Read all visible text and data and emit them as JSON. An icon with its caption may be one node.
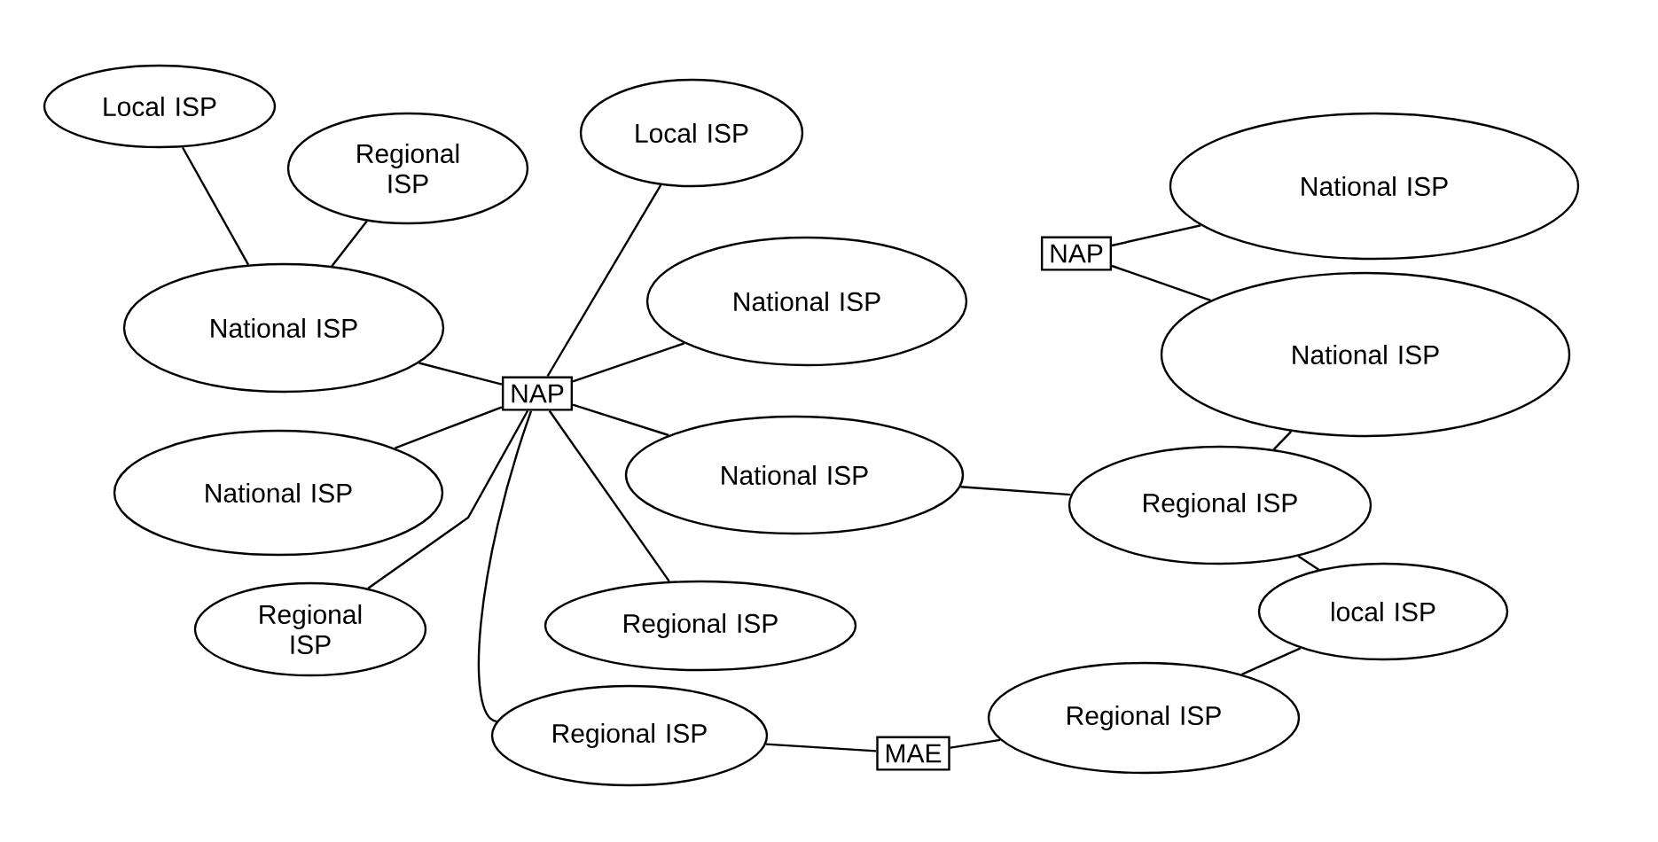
{
  "diagram": {
    "nodes": [
      {
        "text": [
          "Local ISP"
        ]
      },
      {
        "text": [
          "Regional ISP"
        ]
      },
      {
        "text": [
          "Local ISP"
        ]
      },
      {
        "text": [
          "National ISP"
        ]
      },
      {
        "text": [
          "National ISP"
        ]
      },
      {
        "text": [
          "NAP"
        ]
      },
      {
        "text": [
          "National ISP"
        ]
      },
      {
        "text": [
          "National ISP"
        ]
      },
      {
        "text": [
          "NAP"
        ]
      },
      {
        "text": [
          "National ISP"
        ]
      },
      {
        "text": [
          "National ISP"
        ]
      },
      {
        "text": [
          "Regional ISP"
        ]
      },
      {
        "text": [
          "Regional ISP"
        ]
      },
      {
        "text": [
          "Regional ISP"
        ]
      },
      {
        "text": [
          "local ISP"
        ]
      },
      {
        "text": [
          "Regional ISP"
        ]
      },
      {
        "text": [
          "MAE"
        ]
      },
      {
        "text": [
          "Regional ISP"
        ]
      }
    ],
    "edges": [
      {
        "from": 0,
        "to": 3,
        "arrow": "none"
      },
      {
        "from": 1,
        "to": 3,
        "arrow": "none"
      },
      {
        "from": 2,
        "to": 8,
        "arrow": "none"
      },
      {
        "from": 3,
        "to": 8,
        "arrow": "none"
      },
      {
        "from": 8,
        "to": 4,
        "arrow": "none"
      },
      {
        "from": 8,
        "to": 9,
        "arrow": "none"
      },
      {
        "from": 8,
        "to": 12,
        "arrow": "none"
      },
      {
        "from": 8,
        "to": 13,
        "arrow": "none"
      },
      {
        "from": 8,
        "to": 10,
        "arrow": "none"
      },
      {
        "from": 8,
        "to": 15,
        "arrow": "none"
      },
      {
        "from": 5,
        "to": 6,
        "arrow": "none"
      },
      {
        "from": 5,
        "to": 7,
        "arrow": "none"
      },
      {
        "from": 10,
        "to": 11,
        "arrow": "none"
      },
      {
        "from": 7,
        "to": 11,
        "arrow": "none"
      },
      {
        "from": 11,
        "to": 14,
        "arrow": "none"
      },
      {
        "from": 14,
        "to": 17,
        "arrow": "none"
      },
      {
        "from": 15,
        "to": 16,
        "arrow": "none"
      },
      {
        "from": 16,
        "to": 17,
        "arrow": "none"
      }
    ]
  }
}
